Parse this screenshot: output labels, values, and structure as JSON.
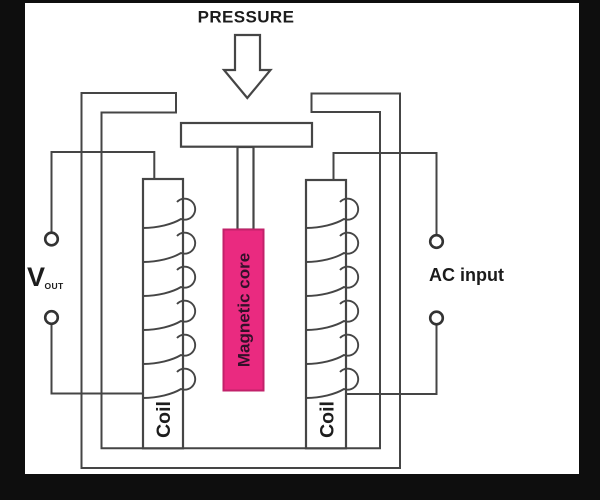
{
  "diagram": {
    "title": "PRESSURE",
    "left_terminal": {
      "label_main": "V",
      "label_sub": "OUT"
    },
    "right_terminal": {
      "label": "AC input"
    },
    "left_coil": {
      "label": "Coil"
    },
    "right_coil": {
      "label": "Coil"
    },
    "core": {
      "label": "Magnetic core"
    }
  },
  "colors": {
    "page_bg": "#0e0e0e",
    "canvas_bg": "#ffffff",
    "line": "#454545",
    "ink": "#1c1c1c",
    "core_fill": "#ea2a80",
    "core_border": "#c2216a",
    "core_text": "#33102a"
  }
}
